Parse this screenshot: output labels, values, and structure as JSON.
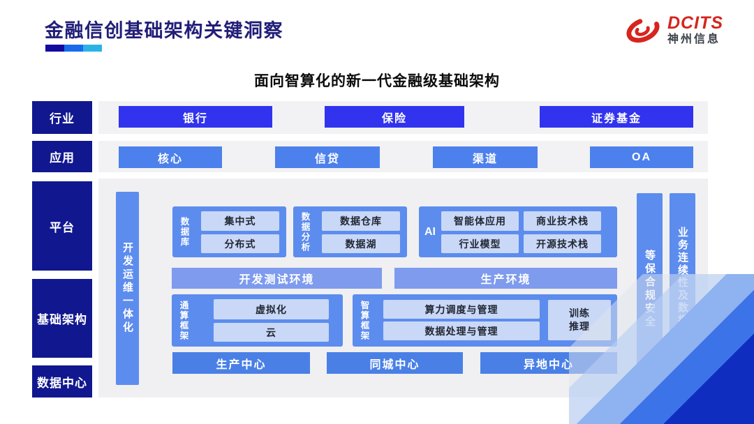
{
  "header": {
    "title": "金融信创基础架构关键洞察",
    "subtitle": "面向智算化的新一代金融级基础架构",
    "logo": {
      "brand": "DCITS",
      "company": "神州信息"
    }
  },
  "industry_row": {
    "label": "行业",
    "items": [
      "银行",
      "保险",
      "证券基金"
    ]
  },
  "application_row": {
    "label": "应用",
    "items": [
      "核心",
      "信贷",
      "渠道",
      "OA"
    ]
  },
  "side_labels": {
    "platform": "平台",
    "infrastructure": "基础架构",
    "datacenter": "数据中心"
  },
  "vertical_bars": {
    "devops": "开发运维一体化",
    "security": "等保合规安全",
    "continuity": "业务连续性及数据保护"
  },
  "platform": {
    "database": {
      "label": "数据库",
      "items": [
        "集中式",
        "分布式"
      ]
    },
    "analytics": {
      "label": "数据分析",
      "items": [
        "数据仓库",
        "数据湖"
      ]
    },
    "ai": {
      "label": "AI",
      "items": [
        "智能体应用",
        "商业技术栈",
        "行业模型",
        "开源技术栈"
      ]
    },
    "environments": [
      "开发测试环境",
      "生产环境"
    ]
  },
  "infrastructure": {
    "general_compute": {
      "label": "通算框架",
      "items": [
        "虚拟化",
        "云"
      ]
    },
    "ai_compute": {
      "label": "智算框架",
      "items": [
        "算力调度与管理",
        "数据处理与管理"
      ],
      "side_box": "训练\n推理"
    }
  },
  "datacenters": [
    "生产中心",
    "同城中心",
    "异地中心"
  ],
  "colors": {
    "navy_label": "#11178F",
    "title_text": "#211E78",
    "industry_box": "#3133EE",
    "application_box": "#4C80EC",
    "group_fill": "#5C8CEE",
    "inner_box": "#C9D8F6",
    "env_bar": "#7E9BEE",
    "center_bar": "#4A80E6",
    "panel_bg": "#F0F0F2",
    "logo_red": "#D6251D",
    "accent_segments": [
      "#130AA0",
      "#1A6AEE",
      "#2BB3E8"
    ]
  }
}
